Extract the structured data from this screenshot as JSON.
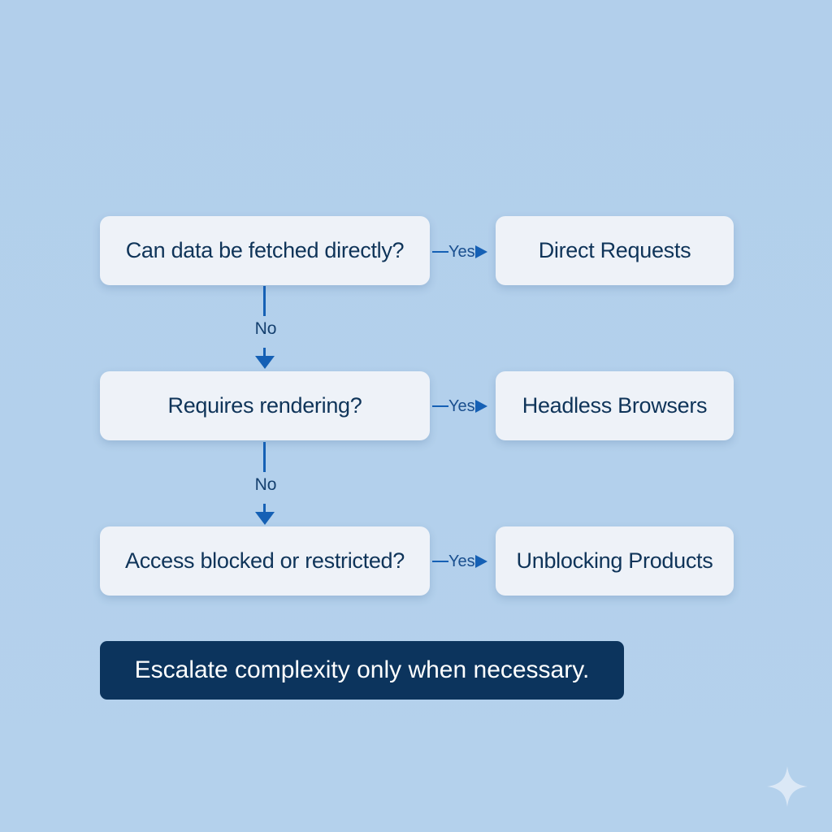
{
  "flow": {
    "steps": [
      {
        "question": "Can data be fetched directly?",
        "yes_label": "Yes",
        "answer": "Direct Requests",
        "no_label": "No"
      },
      {
        "question": "Requires rendering?",
        "yes_label": "Yes",
        "answer": "Headless Browsers",
        "no_label": "No"
      },
      {
        "question": "Access blocked or restricted?",
        "yes_label": "Yes",
        "answer": "Unblocking Products"
      }
    ]
  },
  "banner": {
    "text": "Escalate complexity only when necessary."
  },
  "decor": {
    "corner_icon": "sparkle-icon"
  }
}
